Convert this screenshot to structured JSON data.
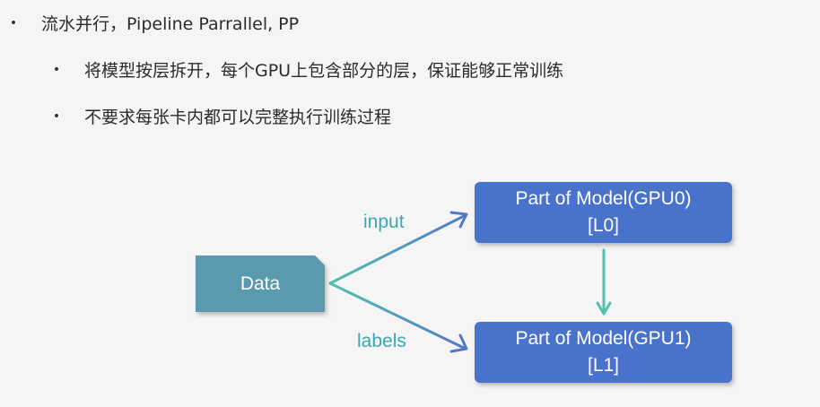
{
  "bullets": {
    "main": "流水并行，Pipeline Parrallel, PP",
    "sub": [
      "将模型按层拆开，每个GPU上包含部分的层，保证能够正常训练",
      "不要求每张卡内都可以完整执行训练过程"
    ],
    "marker": "•"
  },
  "diagram": {
    "data_node": "Data",
    "gpu0": {
      "line1": "Part of Model(GPU0)",
      "line2": "[L0]"
    },
    "gpu1": {
      "line1": "Part of Model(GPU1)",
      "line2": "[L1]"
    },
    "edge_input": "input",
    "edge_labels": "labels",
    "colors": {
      "data_fill": "#5a9aae",
      "gpu_fill": "#4a72cb",
      "arrow_teal": "#4fbfae",
      "arrow_blue": "#5577c8",
      "edge_text": "#3aa7b4"
    }
  }
}
